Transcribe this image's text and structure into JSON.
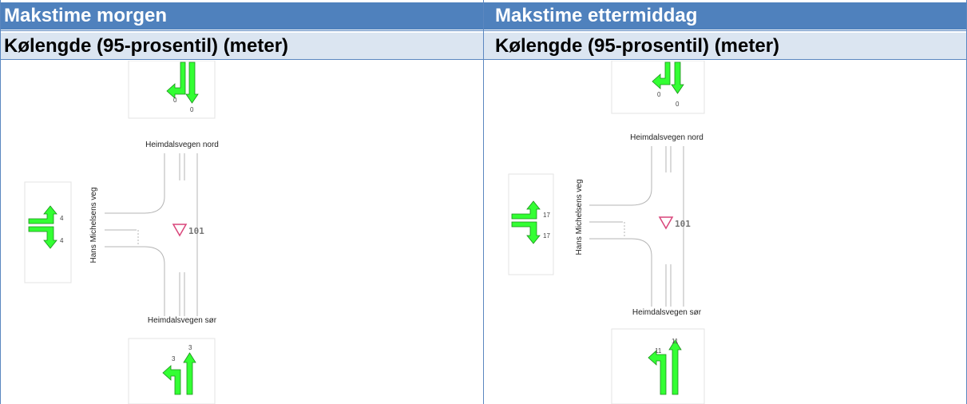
{
  "columns": [
    {
      "title": "Makstime morgen",
      "subtitle": "Kølengde (95-prosentil) (meter)",
      "diagram": {
        "road_north": "Heimdalsvegen nord",
        "road_south": "Heimdalsvegen sør",
        "road_west": "Hans Michelsens veg",
        "node_id": "101",
        "north_queue_left": "0",
        "north_queue_through": "0",
        "west_queue_upper": "4",
        "west_queue_lower": "4",
        "south_queue_left": "3",
        "south_queue_through": "3"
      }
    },
    {
      "title": "Makstime ettermiddag",
      "subtitle": "Kølengde (95-prosentil) (meter)",
      "diagram": {
        "road_north": "Heimdalsvegen nord",
        "road_south": "Heimdalsvegen sør",
        "road_west": "Hans Michelsens veg",
        "node_id": "101",
        "north_queue_left": "0",
        "north_queue_through": "0",
        "west_queue_upper": "17",
        "west_queue_lower": "17",
        "south_queue_left": "11",
        "south_queue_through": "11"
      }
    }
  ],
  "colors": {
    "header_bg": "#4f81bd",
    "subheader_bg": "#dbe5f1",
    "arrow_fill": "#33ff33",
    "arrow_stroke": "#1a8f1a",
    "yield_sign": "#d9457a"
  }
}
